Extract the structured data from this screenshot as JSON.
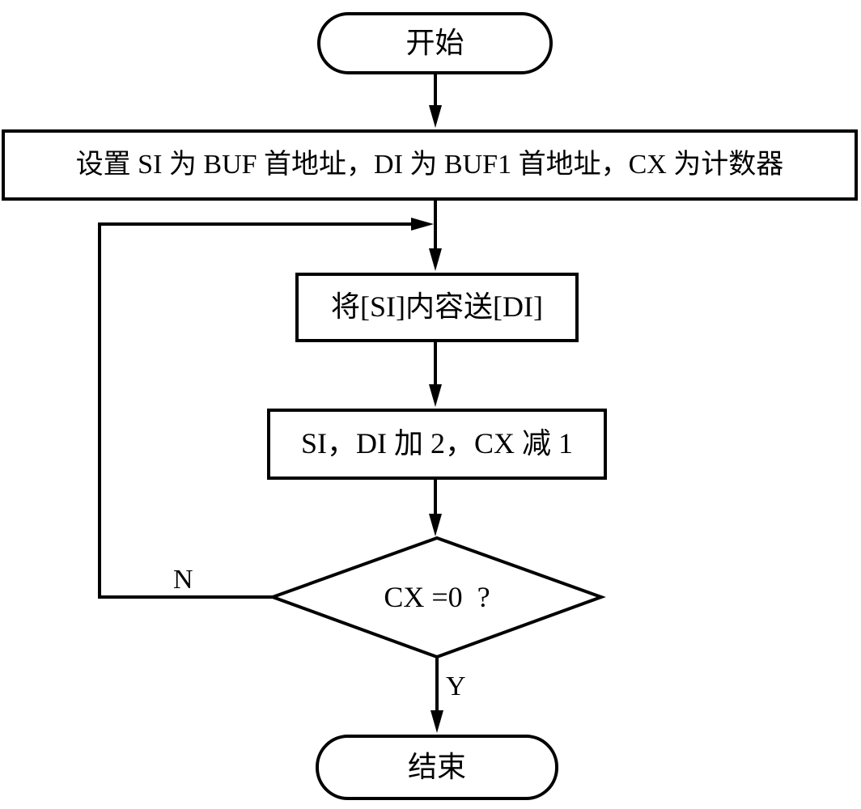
{
  "colors": {
    "line": "#000000",
    "background": "#ffffff",
    "text": "#000000"
  },
  "flowchart": {
    "start": {
      "label": "开始"
    },
    "init": {
      "label": "设置 SI 为 BUF 首地址，DI 为 BUF1 首地址，CX 为计数器"
    },
    "process1": {
      "label": "将[SI]内容送[DI]"
    },
    "process2": {
      "label": "SI，DI 加 2，CX 减 1"
    },
    "decision": {
      "label": "CX =0  ?",
      "no_label": "N",
      "yes_label": "Y"
    },
    "end": {
      "label": "结束"
    }
  }
}
